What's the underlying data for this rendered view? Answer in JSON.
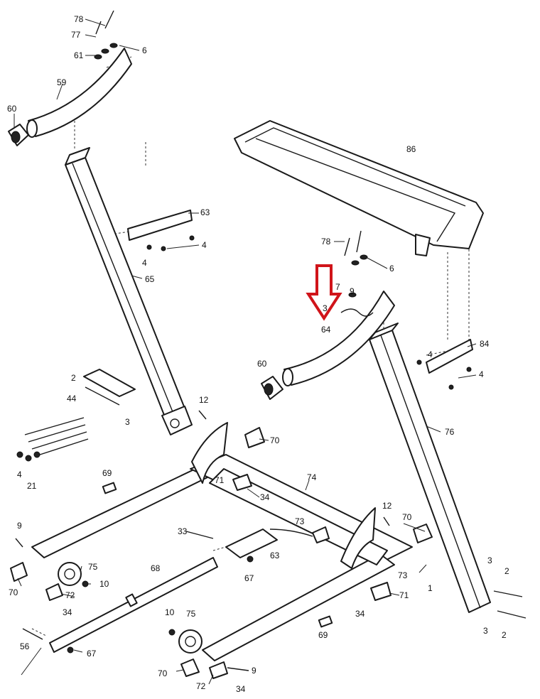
{
  "diagram": {
    "highlight_color": "#d0141a",
    "highlight_label": "64",
    "labels": [
      {
        "id": "l78a",
        "text": "78"
      },
      {
        "id": "l77",
        "text": "77"
      },
      {
        "id": "l61",
        "text": "61"
      },
      {
        "id": "l6a",
        "text": "6"
      },
      {
        "id": "l59",
        "text": "59"
      },
      {
        "id": "l60a",
        "text": "60"
      },
      {
        "id": "l63a",
        "text": "63"
      },
      {
        "id": "l4a",
        "text": "4"
      },
      {
        "id": "l4b",
        "text": "4"
      },
      {
        "id": "l65",
        "text": "65"
      },
      {
        "id": "l86",
        "text": "86"
      },
      {
        "id": "l78b",
        "text": "78"
      },
      {
        "id": "l6b",
        "text": "6"
      },
      {
        "id": "l7",
        "text": "7"
      },
      {
        "id": "l3a",
        "text": "3"
      },
      {
        "id": "l9a",
        "text": "9"
      },
      {
        "id": "l64",
        "text": "64"
      },
      {
        "id": "l84",
        "text": "84"
      },
      {
        "id": "l4c",
        "text": "4"
      },
      {
        "id": "l4d",
        "text": "4"
      },
      {
        "id": "l60b",
        "text": "60"
      },
      {
        "id": "l76",
        "text": "76"
      },
      {
        "id": "l2a",
        "text": "2"
      },
      {
        "id": "l3b",
        "text": "3"
      },
      {
        "id": "l44",
        "text": "44"
      },
      {
        "id": "l12a",
        "text": "12"
      },
      {
        "id": "l70a",
        "text": "70"
      },
      {
        "id": "l4e",
        "text": "4"
      },
      {
        "id": "l21",
        "text": "21"
      },
      {
        "id": "l69a",
        "text": "69"
      },
      {
        "id": "l71a",
        "text": "71"
      },
      {
        "id": "l74",
        "text": "74"
      },
      {
        "id": "l34a",
        "text": "34"
      },
      {
        "id": "l9b",
        "text": "9"
      },
      {
        "id": "l33",
        "text": "33"
      },
      {
        "id": "l73a",
        "text": "73"
      },
      {
        "id": "l12b",
        "text": "12"
      },
      {
        "id": "l70b",
        "text": "70"
      },
      {
        "id": "l63b",
        "text": "63"
      },
      {
        "id": "l75a",
        "text": "75"
      },
      {
        "id": "l68",
        "text": "68"
      },
      {
        "id": "l67a",
        "text": "67"
      },
      {
        "id": "l10a",
        "text": "10"
      },
      {
        "id": "l70c",
        "text": "70"
      },
      {
        "id": "l72a",
        "text": "72"
      },
      {
        "id": "l34b",
        "text": "34"
      },
      {
        "id": "l73b",
        "text": "73"
      },
      {
        "id": "l3c",
        "text": "3"
      },
      {
        "id": "l2b",
        "text": "2"
      },
      {
        "id": "l71b",
        "text": "71"
      },
      {
        "id": "l1",
        "text": "1"
      },
      {
        "id": "l34c",
        "text": "34"
      },
      {
        "id": "l3d",
        "text": "3"
      },
      {
        "id": "l2c",
        "text": "2"
      },
      {
        "id": "l10b",
        "text": "10"
      },
      {
        "id": "l75b",
        "text": "75"
      },
      {
        "id": "l56",
        "text": "56"
      },
      {
        "id": "l67b",
        "text": "67"
      },
      {
        "id": "l69b",
        "text": "69"
      },
      {
        "id": "l70d",
        "text": "70"
      },
      {
        "id": "l9c",
        "text": "9"
      },
      {
        "id": "l72b",
        "text": "72"
      },
      {
        "id": "l34d",
        "text": "34"
      }
    ]
  }
}
